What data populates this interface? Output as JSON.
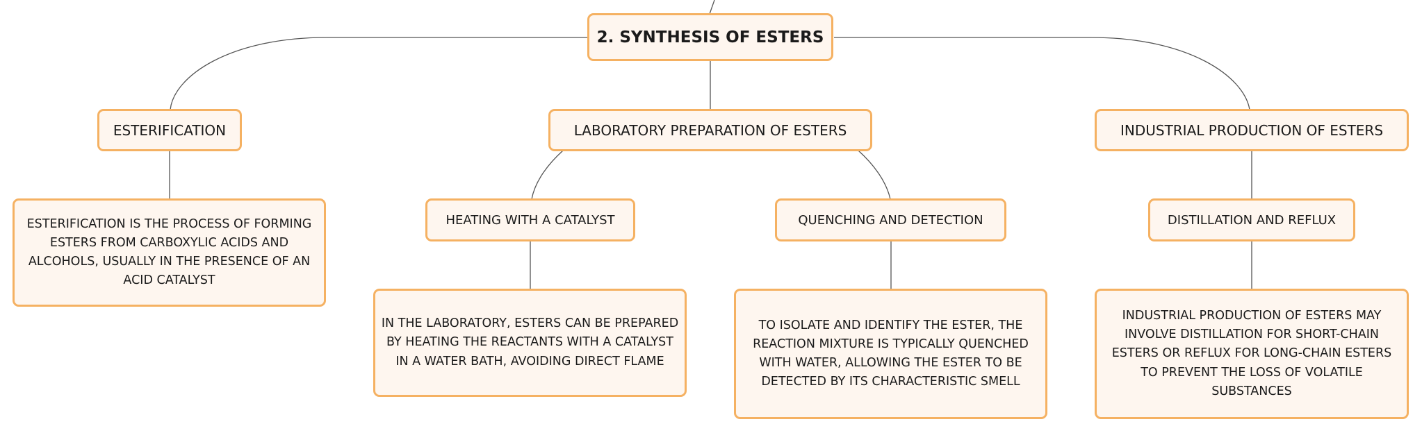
{
  "root": {
    "title": "2. SYNTHESIS OF ESTERS"
  },
  "branches": [
    {
      "title": "ESTERIFICATION",
      "description": "ESTERIFICATION IS THE PROCESS OF FORMING ESTERS FROM CARBOXYLIC ACIDS AND ALCOHOLS, USUALLY IN THE PRESENCE OF AN ACID CATALYST"
    },
    {
      "title": "LABORATORY PREPARATION OF ESTERS",
      "children": [
        {
          "title": "HEATING WITH A CATALYST",
          "description": "IN THE LABORATORY, ESTERS CAN BE PREPARED BY HEATING THE REACTANTS WITH A CATALYST IN A WATER BATH, AVOIDING DIRECT FLAME"
        },
        {
          "title": "QUENCHING AND DETECTION",
          "description": "TO ISOLATE AND IDENTIFY THE ESTER, THE REACTION MIXTURE IS TYPICALLY QUENCHED WITH WATER, ALLOWING THE ESTER TO BE DETECTED BY ITS CHARACTERISTIC SMELL"
        }
      ]
    },
    {
      "title": "INDUSTRIAL PRODUCTION OF ESTERS",
      "children": [
        {
          "title": "DISTILLATION AND REFLUX",
          "description": "INDUSTRIAL PRODUCTION OF ESTERS MAY INVOLVE DISTILLATION FOR SHORT-CHAIN ESTERS OR REFLUX FOR LONG-CHAIN ESTERS TO PREVENT THE LOSS OF VOLATILE SUBSTANCES"
        }
      ]
    }
  ],
  "colors": {
    "node_border": "#f5b162",
    "node_fill": "#fef6ef",
    "connector": "#555555"
  }
}
